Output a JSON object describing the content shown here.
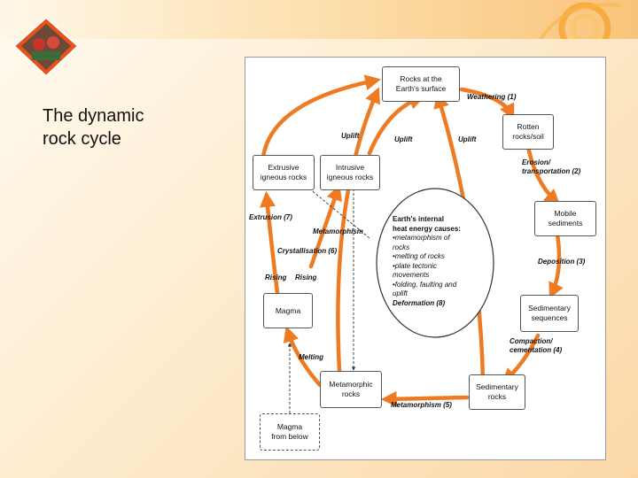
{
  "slide": {
    "title": "The dynamic\nrock cycle"
  },
  "colors": {
    "arrow": "#ee7a22",
    "title_text": "#111111",
    "accent": "#f7a531"
  },
  "diagram": {
    "boxes": {
      "surface": "Rocks at the\nEarth's surface",
      "rotten": "Rotten\nrocks/soil",
      "mobile": "Mobile\nsediments",
      "sed_seq": "Sedimentary\nsequences",
      "sed_rocks": "Sedimentary\nrocks",
      "meta_rocks": "Metamorphic\nrocks",
      "magma": "Magma",
      "magma_below": "Magma\nfrom below",
      "extrusive": "Extrusive\nigneous rocks",
      "intrusive": "Intrusive\nigneous rocks"
    },
    "labels": {
      "weathering": "Weathering (1)",
      "uplift_left": "Uplift",
      "uplift_mid": "Uplift",
      "uplift_right": "Uplift",
      "erosion": "Erosion/\ntransportation (2)",
      "deposition": "Deposition (3)",
      "compaction": "Compaction/\ncementation (4)",
      "metamorphism_bottom": "Metamorphism (5)",
      "melting": "Melting",
      "extrusion": "Extrusion (7)",
      "metamorphism_left": "Metamorphism",
      "crystallisation": "Crystallisation (6)",
      "rising_1": "Rising",
      "rising_2": "Rising"
    },
    "heat": {
      "heading": "Earth's internal\nheat energy causes:",
      "items": [
        "•metamorphism of\n  rocks",
        "•melting of rocks",
        "•plate tectonic\n  movements",
        "•folding, faulting and\n  uplift"
      ],
      "footer": "Deformation (8)"
    }
  }
}
